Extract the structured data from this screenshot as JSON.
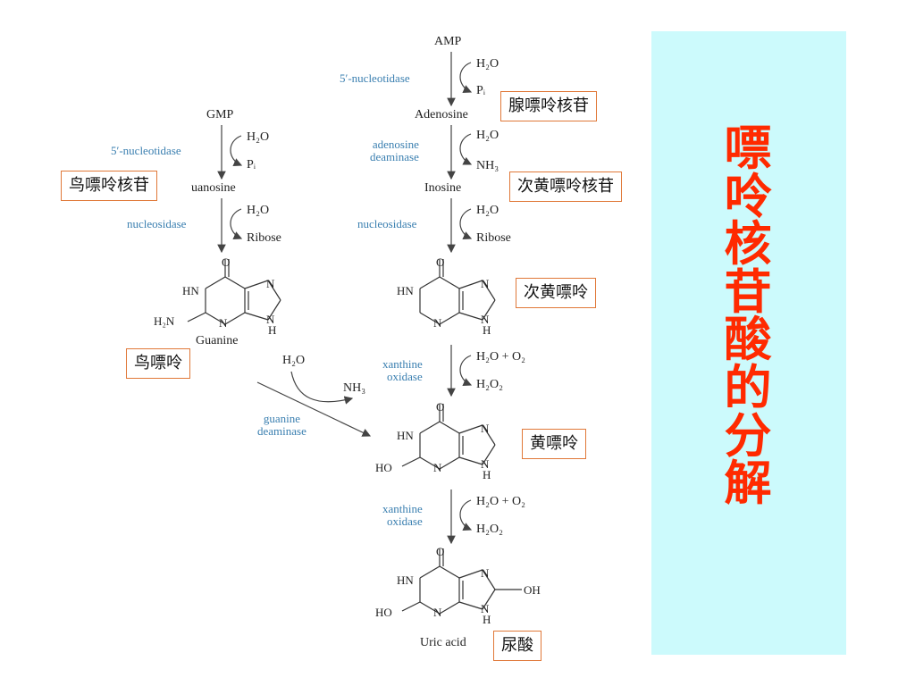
{
  "title_chars": [
    "嘌",
    "呤",
    "核",
    "苷",
    "酸",
    "的",
    "分",
    "解"
  ],
  "accent_color": "#ff2a00",
  "panel_color": "#ccfafc",
  "compounds": {
    "gmp": "GMP",
    "guanosine": "uanosine",
    "amp": "AMP",
    "adenosine": "Adenosine",
    "inosine": "Inosine",
    "guanine": "Guanine",
    "uric_acid": "Uric acid"
  },
  "reagents": {
    "water": "H₂O",
    "pi": "Pᵢ",
    "nh3": "NH₃",
    "ribose": "Ribose",
    "water_o2": "H₂O + O₂",
    "h2o2": "H₂O₂"
  },
  "enzymes": {
    "nucleotidase_right": "5′-nucleotidase",
    "nucleotidase_left": "5′-nucleotidase",
    "adenosine_deaminase": [
      "adenosine",
      "deaminase"
    ],
    "nucleosidase": "nucleosidase",
    "xanthine_oxidase": [
      "xanthine",
      "oxidase"
    ],
    "guanine_deaminase": [
      "guanine",
      "deaminase"
    ]
  },
  "annotations": {
    "adenosine_cn": "腺嘌呤核苷",
    "guanosine_cn": "鸟嘌呤核苷",
    "inosine_cn": "次黄嘌呤核苷",
    "hypoxanthine_cn": "次黄嘌呤",
    "guanine_cn": "鸟嘌呤",
    "xanthine_cn": "黄嘌呤",
    "uric_acid_cn": "尿酸"
  },
  "ring_atoms": {
    "O": "O",
    "HN": "HN",
    "N": "N",
    "H": "H",
    "H2N": "H₂N",
    "HO": "HO",
    "OH": "OH"
  }
}
